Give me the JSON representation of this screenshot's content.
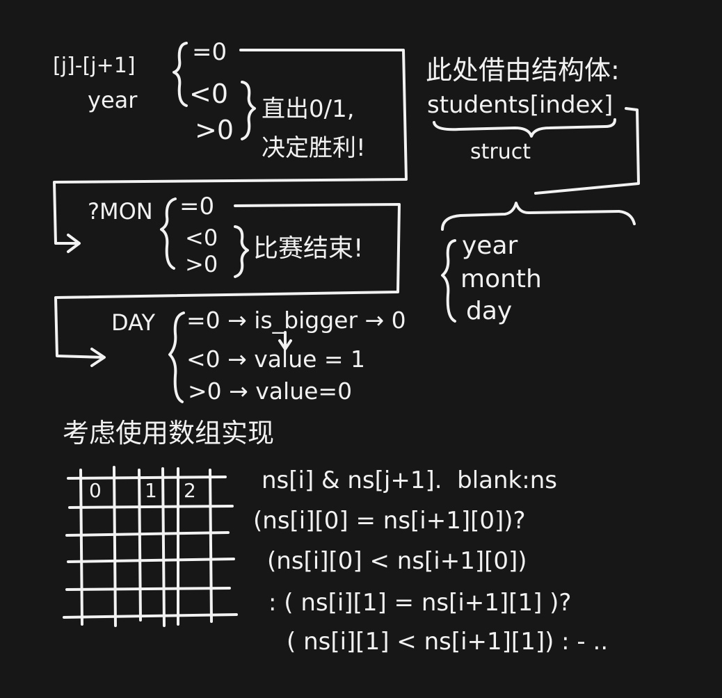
{
  "year_block": {
    "expr": "[j]-[j+1]",
    "label": "year",
    "eq": "=0",
    "lt": "<0",
    "gt": ">0",
    "result_line1": "直出0/1,",
    "result_line2": "决定胜利!"
  },
  "mon_block": {
    "label": "?MON",
    "eq": "=0",
    "lt": "<0",
    "gt": ">0",
    "result": "比赛结束!"
  },
  "day_block": {
    "label": "DAY",
    "eq_line": "=0 → is_bigger → 0",
    "lt_line": "<0 → value = 1",
    "gt_line": ">0 → value=0"
  },
  "struct_note": {
    "title": "此处借由结构体:",
    "expr": "students[index]",
    "brace_label": "struct",
    "fields": [
      "year",
      "month",
      "day"
    ]
  },
  "array_note": {
    "title": "考虑使用数组实现",
    "grid_headers": [
      "0",
      "1",
      "2"
    ],
    "code_lines": [
      "ns[i] & ns[j+1].  blank:ns",
      "(ns[i][0] = ns[i+1][0])?",
      "(ns[i][0] < ns[i+1][0])",
      ": ( ns[i][1] = ns[i+1][1] )?",
      "( ns[i][1] < ns[i+1][1]) : - .."
    ]
  }
}
